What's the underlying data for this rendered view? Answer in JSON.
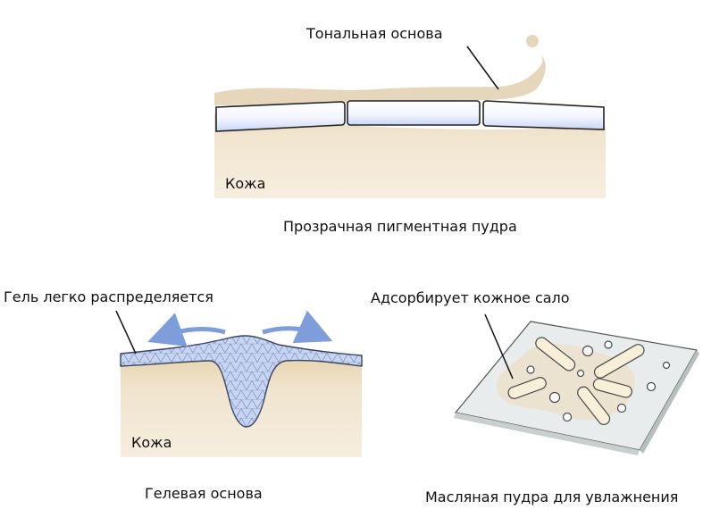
{
  "panels": {
    "top": {
      "callout": "Тональная основа",
      "skin_label": "Кожа",
      "caption": "Прозрачная пигментная пудра"
    },
    "bottom_left": {
      "callout": "Гель легко распределяется",
      "skin_label": "Кожа",
      "caption": "Гелевая основа"
    },
    "bottom_right": {
      "callout": "Адсорбирует кожное сало",
      "caption": "Масляная пудра для увлажнения"
    }
  },
  "colors": {
    "skin": "#eee0c6",
    "skin_edge": "#d9c7a6",
    "foundation": "#e7d8bd",
    "crystal_fill": "#dde6fa",
    "gel": "#c4d2f0",
    "arrow": "#7e9edb",
    "plate": "#e9ecec",
    "sebum": "#ece3cf",
    "rod": "#f7eed8",
    "outline": "#3a3a3a"
  }
}
